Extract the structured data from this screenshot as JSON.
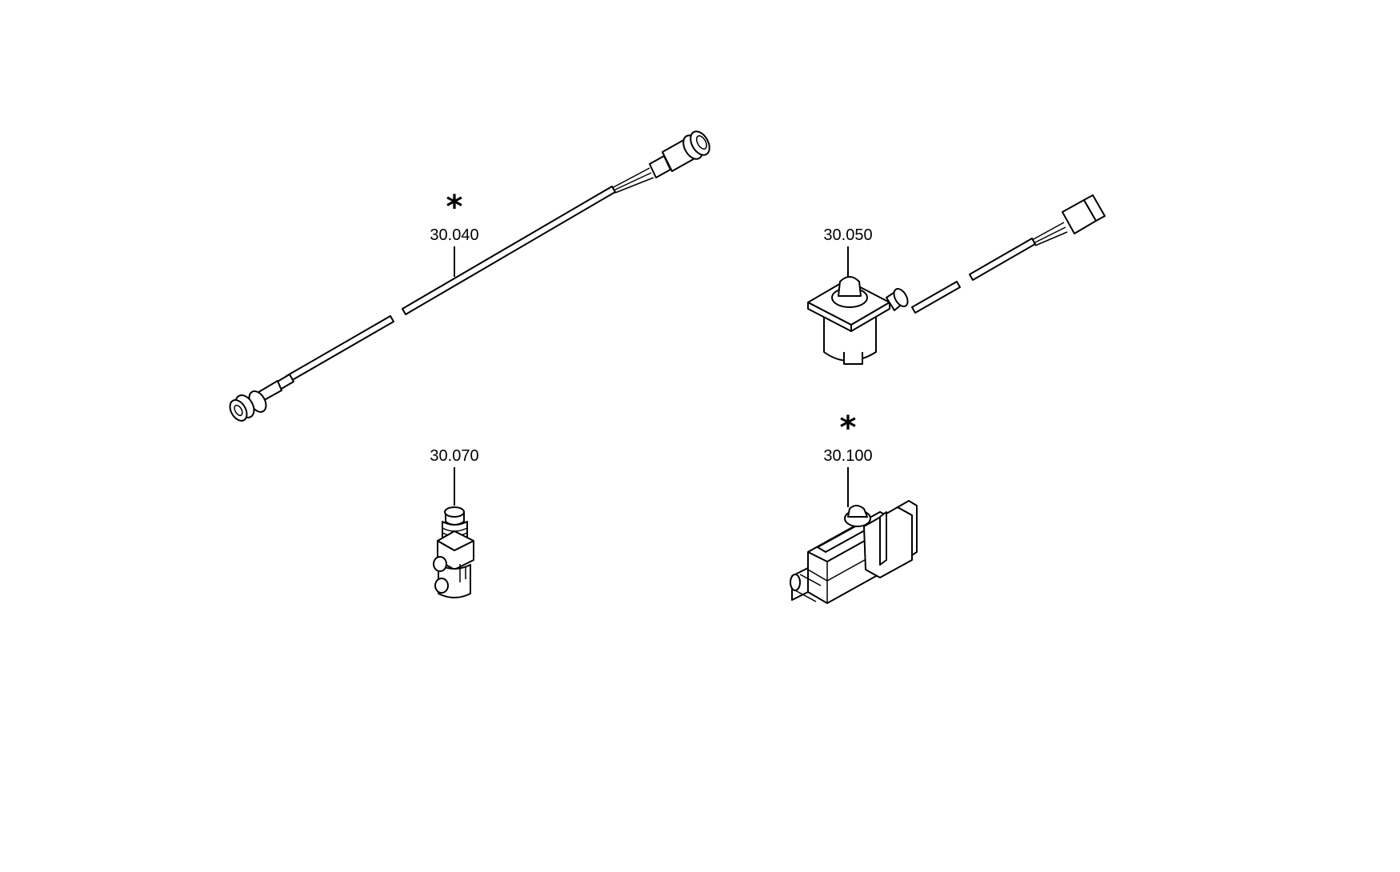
{
  "parts": [
    {
      "id": "30.040",
      "label": "30.040",
      "marker": "*",
      "icon": "sensor-cable-icon"
    },
    {
      "id": "30.050",
      "label": "30.050",
      "marker": "",
      "icon": "solenoid-switch-icon"
    },
    {
      "id": "30.070",
      "label": "30.070",
      "marker": "",
      "icon": "pressure-switch-icon"
    },
    {
      "id": "30.100",
      "label": "30.100",
      "marker": "*",
      "icon": "valve-block-icon"
    }
  ]
}
